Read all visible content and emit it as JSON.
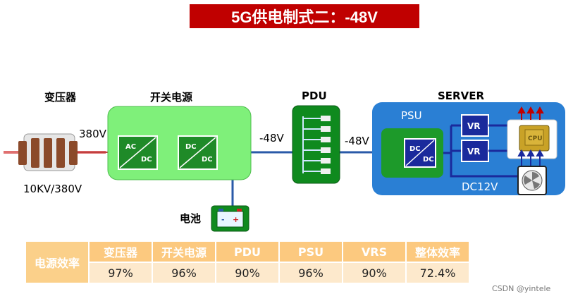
{
  "title": "5G供电制式二：-48V",
  "labels": {
    "transformer": "变压器",
    "switch_power": "开关电源",
    "pdu": "PDU",
    "server": "SERVER",
    "psu": "PSU",
    "battery": "电池",
    "v380": "380V",
    "v10kv": "10KV/380V",
    "neg48_a": "-48V",
    "neg48_b": "-48V",
    "dc12v": "DC12V",
    "acdc_top": "AC",
    "acdc_bottom": "DC",
    "dcdc_top": "DC",
    "dcdc_bottom": "DC",
    "psu_dc_top": "DC",
    "psu_dc_bottom": "DC",
    "vr1": "VR",
    "vr2": "VR",
    "cpu": "CPU",
    "batt_minus": "-",
    "batt_plus": "+"
  },
  "efficiency_table": {
    "row_header": "电源效率",
    "columns": [
      "变压器",
      "开关电源",
      "PDU",
      "PSU",
      "VRS",
      "整体效率"
    ],
    "values": [
      "97%",
      "96%",
      "90%",
      "96%",
      "90%",
      "72.4%"
    ]
  },
  "watermark": "CSDN @yintele",
  "colors": {
    "title_bg": "#c00000",
    "green_box": "#7ff07a",
    "server_blue": "#2a7fd4",
    "pdu_green": "#0f8a1e",
    "converter_blue": "#1a2a9c",
    "table_header": "#fcc97f",
    "table_cell": "#fde9cc"
  }
}
